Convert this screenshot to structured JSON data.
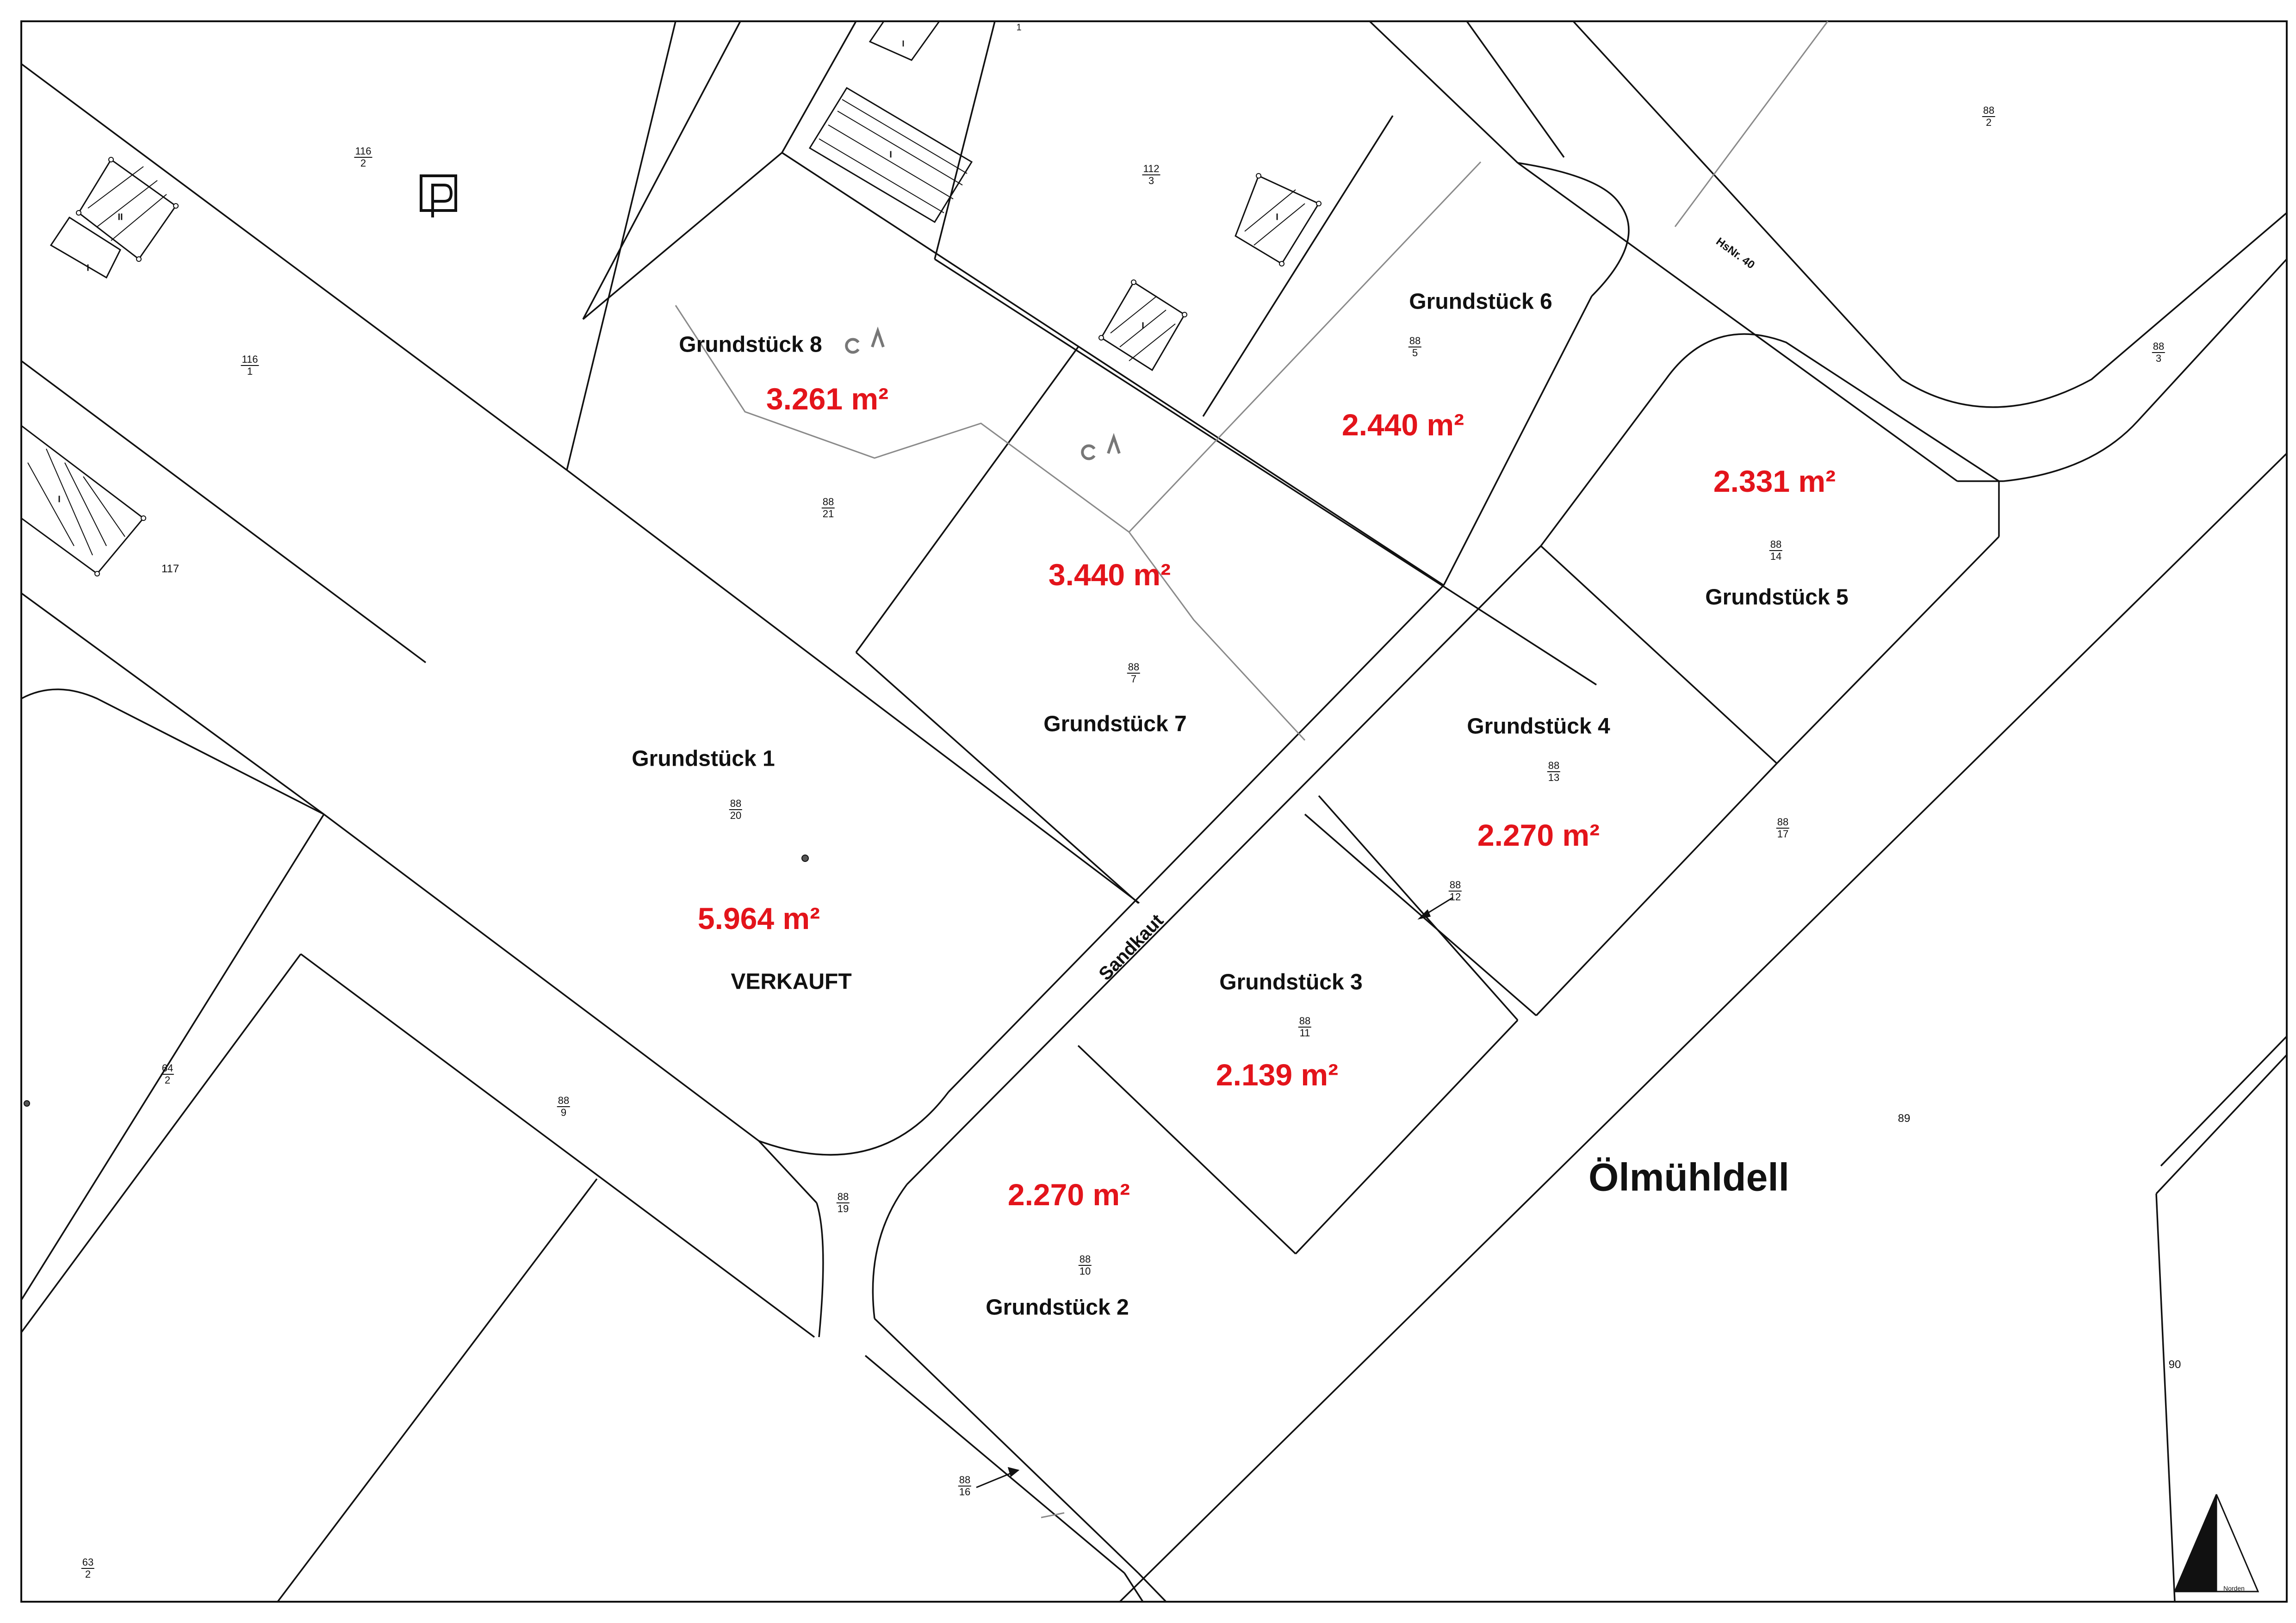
{
  "colors": {
    "line": "#111111",
    "grey_line": "#8a8a8a",
    "area_text": "#e3141b"
  },
  "plots": [
    {
      "name": "Grundstück 1",
      "area": "5.964 m²",
      "parcel": {
        "num": "88",
        "den": "20"
      },
      "status": "VERKAUFT"
    },
    {
      "name": "Grundstück 2",
      "area": "2.270 m²",
      "parcel": {
        "num": "88",
        "den": "10"
      }
    },
    {
      "name": "Grundstück 3",
      "area": "2.139 m²",
      "parcel": {
        "num": "88",
        "den": "11"
      }
    },
    {
      "name": "Grundstück 4",
      "area": "2.270 m²",
      "parcel": {
        "num": "88",
        "den": "13"
      }
    },
    {
      "name": "Grundstück 5",
      "area": "2.331 m²",
      "parcel": {
        "num": "88",
        "den": "14"
      }
    },
    {
      "name": "Grundstück 6",
      "area": "2.440 m²",
      "parcel": {
        "num": "88",
        "den": "5"
      }
    },
    {
      "name": "Grundstück 7",
      "area": "3.440 m²",
      "parcel": {
        "num": "88",
        "den": "7"
      }
    },
    {
      "name": "Grundstück 8",
      "area": "3.261 m²",
      "parcel": {
        "num": "88",
        "den": "21"
      }
    }
  ],
  "streets": {
    "main": "Ölmühldell",
    "sandkaut": "Sandkaut",
    "hsnr": "HsNr. 40"
  },
  "parcels": [
    {
      "num": "116",
      "den": "2"
    },
    {
      "num": "116",
      "den": "1"
    },
    {
      "num": "112",
      "den": "3"
    },
    {
      "num": "88",
      "den": "2"
    },
    {
      "num": "88",
      "den": "3"
    },
    {
      "num": "88",
      "den": "17"
    },
    {
      "num": "88",
      "den": "12"
    },
    {
      "num": "88",
      "den": "9"
    },
    {
      "num": "88",
      "den": "19"
    },
    {
      "num": "88",
      "den": "16"
    },
    {
      "num": "64",
      "den": "2"
    },
    {
      "num": "63",
      "den": "2"
    }
  ],
  "singles": [
    "117",
    "89",
    "90",
    "1"
  ],
  "building_marks": [
    "II",
    "I",
    "I",
    "I",
    "I",
    "I",
    "I"
  ],
  "north": {
    "label": "Norden"
  },
  "icons": [
    "parking-icon",
    "north-arrow-icon"
  ]
}
